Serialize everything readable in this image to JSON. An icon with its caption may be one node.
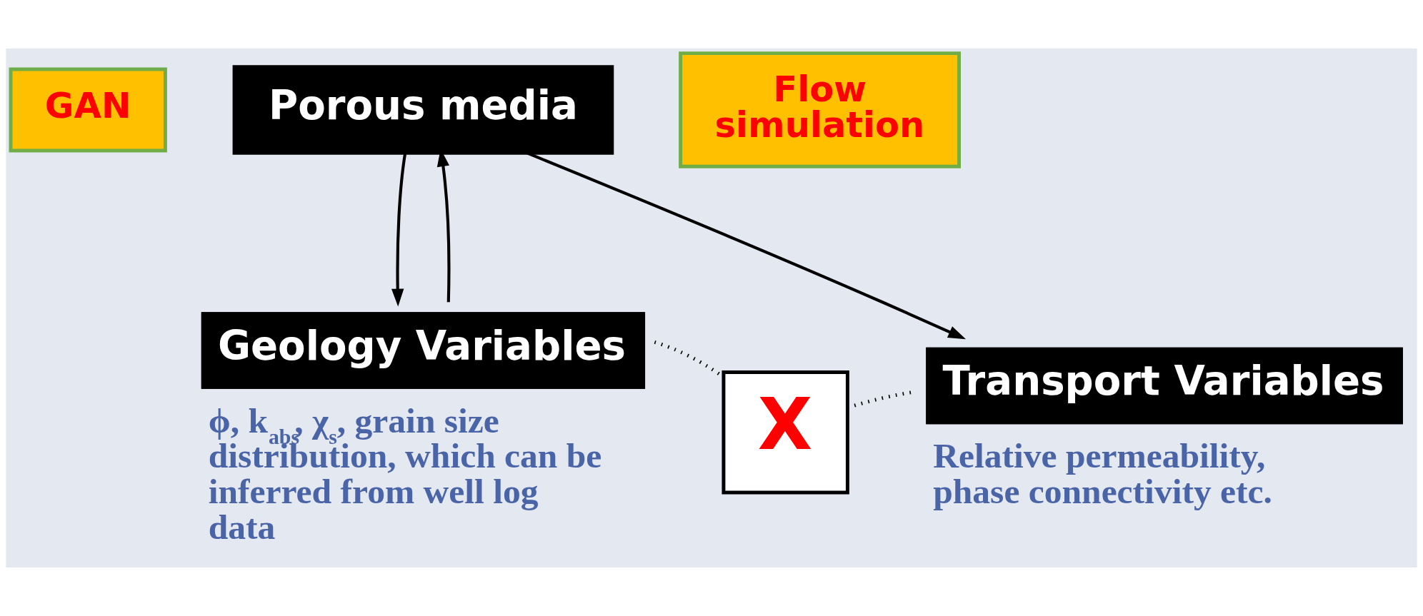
{
  "diagram": {
    "nodes": [
      {
        "text": [
          "Porous media"
        ]
      },
      {
        "text": [
          "GAN"
        ]
      },
      {
        "text": [
          "Flow simulation"
        ]
      },
      {
        "text": [
          "Geology Variables"
        ],
        "beside": [
          "ϕ, k$_{abs}$, χ$_{s}$, grain size distribution, which can be inferred from well log data"
        ]
      },
      {
        "text": [
          "X"
        ]
      },
      {
        "text": [
          "Transport Variables"
        ],
        "beside": [
          "Relative permeability, phase connectivity etc."
        ]
      }
    ],
    "edges": [
      {
        "from": 3,
        "to": 0,
        "arrow": "to"
      },
      {
        "from": 0,
        "to": 3,
        "arrow": "to"
      },
      {
        "from": 0,
        "to": 5,
        "arrow": "to"
      },
      {
        "from": 3,
        "to": 4,
        "arrow": "none",
        "style": "dashed"
      },
      {
        "from": 4,
        "to": 5,
        "arrow": "none",
        "style": "dashed"
      }
    ]
  }
}
